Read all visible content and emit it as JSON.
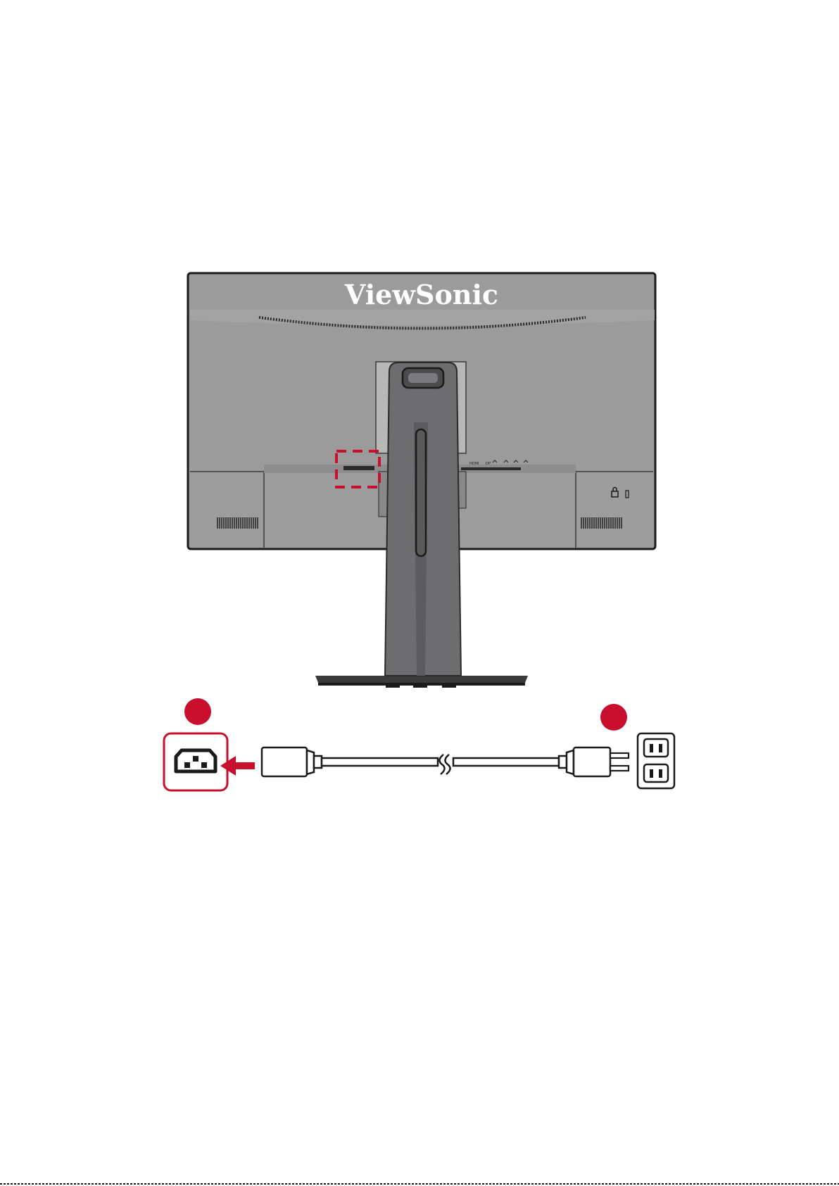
{
  "monitor": {
    "brand_logo_text": "ViewSonic",
    "body_color": "#9c9b9b",
    "stand_color": "#6d6c6e",
    "port_labels": [
      "HDMI",
      "DP",
      "",
      "",
      ""
    ]
  },
  "callouts": {
    "step_markers": [
      "",
      ""
    ],
    "accent_color": "#c8102e"
  },
  "icons": {
    "power_inlet": "ac-power-inlet-icon",
    "arrow": "arrow-left-icon",
    "wall_outlet": "wall-outlet-icon"
  }
}
